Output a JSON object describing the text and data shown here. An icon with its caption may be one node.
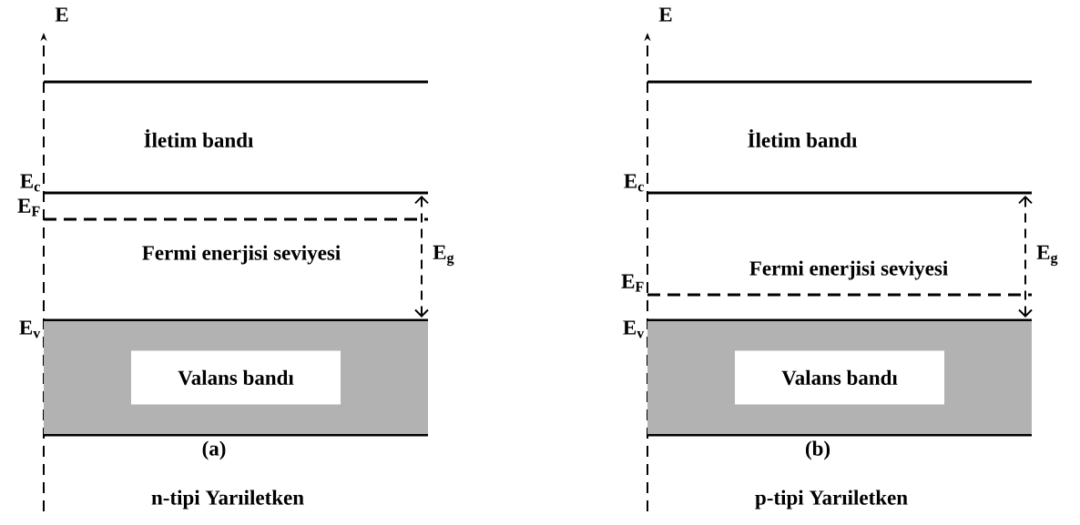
{
  "diagram": {
    "nodes": [
      {
        "text": [
          "Valans bandı"
        ]
      },
      {
        "text": [
          "Valans bandı"
        ]
      }
    ],
    "labels": [
      "E",
      "İletim bandı",
      "E$_{c}$",
      "E$_{F}$",
      "Fermi enerjisi seviyesi",
      "E$_{g}$",
      "E$_{v}$",
      "(a)",
      "n-tipi Yarıiletken",
      "E",
      "İletim bandı",
      "E$_{c}$",
      "E$_{F}$",
      "Fermi enerjisi seviyesi",
      "E$_{g}$",
      "E$_{v}$",
      "(b)",
      "p-tipi Yarıiletken"
    ]
  }
}
